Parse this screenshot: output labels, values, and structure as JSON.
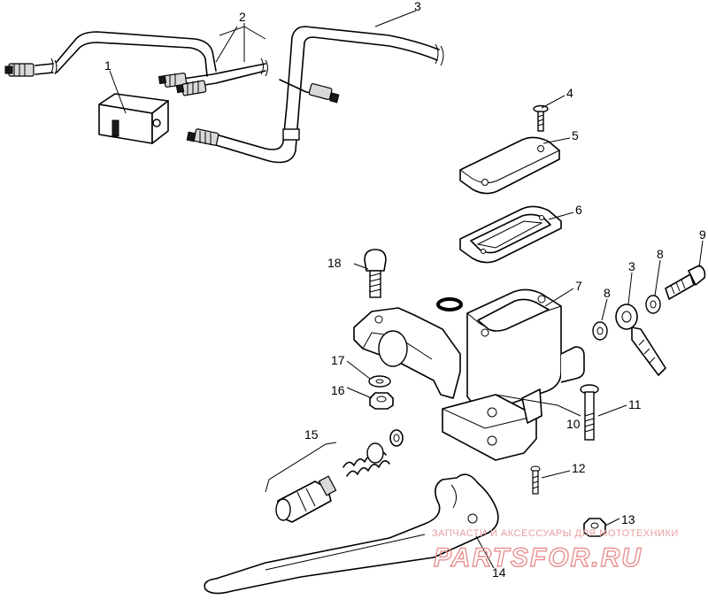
{
  "callouts": [
    {
      "id": "1",
      "text": "1"
    },
    {
      "id": "2",
      "text": "2"
    },
    {
      "id": "3a",
      "text": "3"
    },
    {
      "id": "4",
      "text": "4"
    },
    {
      "id": "5",
      "text": "5"
    },
    {
      "id": "6",
      "text": "6"
    },
    {
      "id": "7",
      "text": "7"
    },
    {
      "id": "8a",
      "text": "8"
    },
    {
      "id": "8b",
      "text": "8"
    },
    {
      "id": "3b",
      "text": "3"
    },
    {
      "id": "9",
      "text": "9"
    },
    {
      "id": "10",
      "text": "10"
    },
    {
      "id": "11",
      "text": "11"
    },
    {
      "id": "12",
      "text": "12"
    },
    {
      "id": "13",
      "text": "13"
    },
    {
      "id": "14",
      "text": "14"
    },
    {
      "id": "15",
      "text": "15"
    },
    {
      "id": "16",
      "text": "16"
    },
    {
      "id": "17",
      "text": "17"
    },
    {
      "id": "18",
      "text": "18"
    }
  ],
  "watermark": {
    "tagline": "ЗАПЧАСТИ И АКСЕССУАРЫ ДЛЯ МОТОТЕХНИКИ",
    "brand": "PARTSFOR.RU",
    "color": "#e89090"
  }
}
